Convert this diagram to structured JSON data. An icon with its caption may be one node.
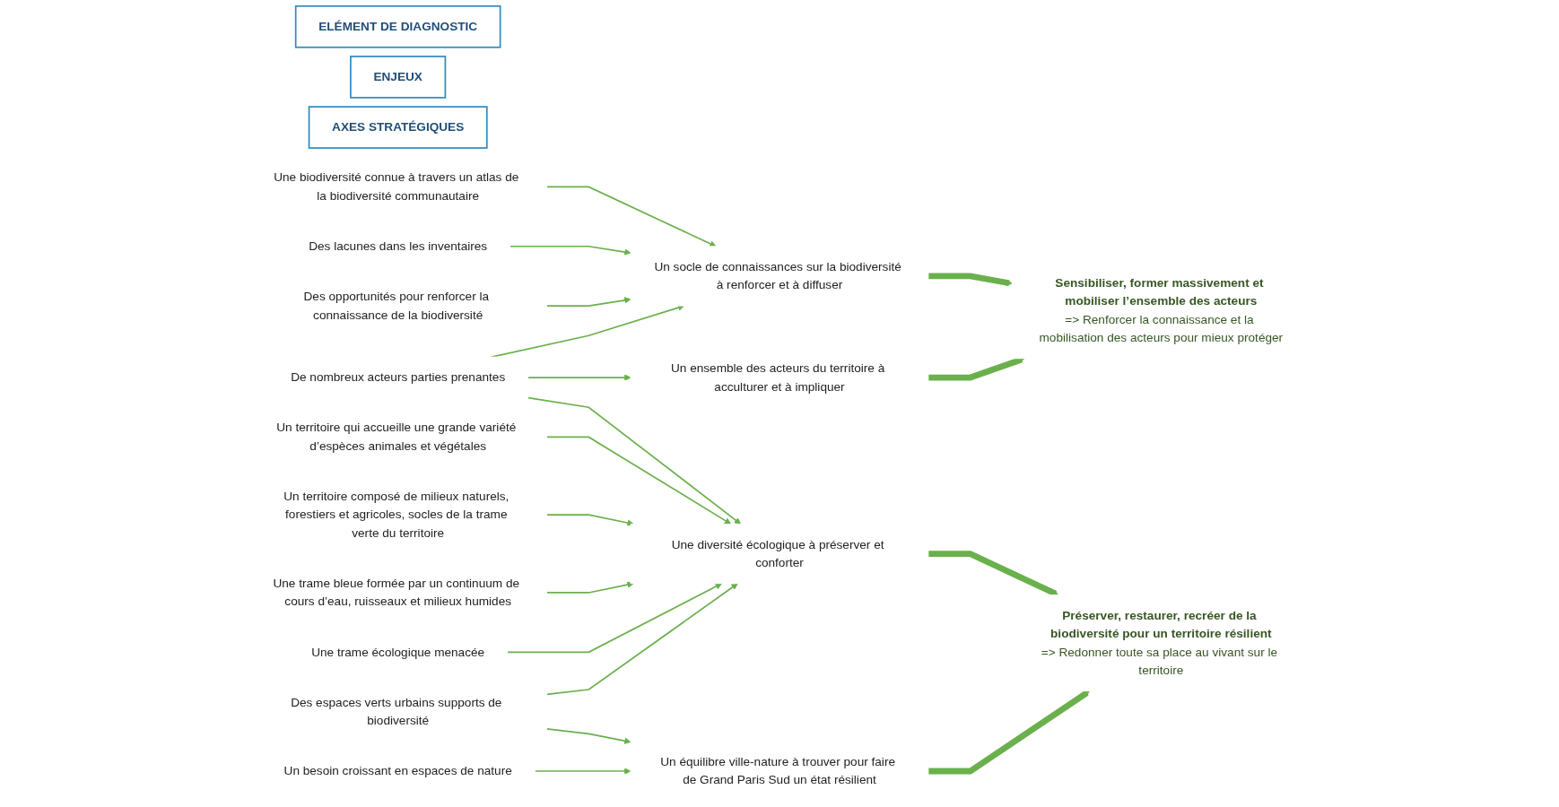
{
  "diagram": {
    "nodes": [
      {
        "text": [
          "ELÉMENT DE DIAGNOSTIC"
        ]
      },
      {
        "text": [
          "ENJEUX"
        ]
      },
      {
        "text": [
          "AXES STRATÉGIQUES"
        ]
      },
      {
        "text": [
          "Une biodiversité connue à travers un atlas de la biodiversité communautaire"
        ]
      },
      {
        "text": [
          "Des lacunes dans les inventaires"
        ]
      },
      {
        "text": [
          "Des opportunités pour renforcer la connaissance de la biodiversité"
        ]
      },
      {
        "text": [
          "De nombreux acteurs parties prenantes"
        ]
      },
      {
        "text": [
          "Un territoire qui accueille une grande variété d’espèces animales et végétales"
        ]
      },
      {
        "text": [
          "Un territoire composé de milieux naturels, forestiers et agricoles, socles de la trame verte du territoire"
        ]
      },
      {
        "text": [
          "Une trame bleue formée par un continuum de cours d’eau, ruisseaux et milieux humides"
        ]
      },
      {
        "text": [
          "Une trame écologique menacée"
        ]
      },
      {
        "text": [
          "Des espaces verts urbains supports de biodiversité"
        ]
      },
      {
        "text": [
          "Un besoin croissant en espaces de nature"
        ]
      },
      {
        "text": [
          "Un socle de connaissances sur la biodiversité à renforcer et à diffuser"
        ]
      },
      {
        "text": [
          "Un ensemble des acteurs du territoire à acculturer et à impliquer"
        ]
      },
      {
        "text": [
          "Une diversité écologique à préserver et conforter"
        ]
      },
      {
        "text": [
          "Un équilibre ville-nature à trouver pour faire de Grand Paris Sud un état résilient"
        ]
      },
      {
        "text": [
          "Sensibiliser, former massivement et mobiliser l’ensemble des acteurs",
          "=> Renforcer la connaissance et la mobilisation des acteurs pour mieux protéger"
        ]
      },
      {
        "text": [
          "Préserver, restaurer, recréer de la biodiversité pour un territoire résilient",
          "=> Redonner toute sa place au vivant sur le territoire"
        ]
      }
    ],
    "edges": [
      {
        "from": 3,
        "to": 13,
        "arrow": "to"
      },
      {
        "from": 4,
        "to": 13,
        "arrow": "to"
      },
      {
        "from": 5,
        "to": 13,
        "arrow": "to"
      },
      {
        "from": 6,
        "to": 13,
        "arrow": "to"
      },
      {
        "from": 6,
        "to": 14,
        "arrow": "to"
      },
      {
        "from": 6,
        "to": 15,
        "arrow": "to"
      },
      {
        "from": 7,
        "to": 15,
        "arrow": "to"
      },
      {
        "from": 8,
        "to": 15,
        "arrow": "to"
      },
      {
        "from": 9,
        "to": 15,
        "arrow": "to"
      },
      {
        "from": 10,
        "to": 15,
        "arrow": "to"
      },
      {
        "from": 11,
        "to": 15,
        "arrow": "to"
      },
      {
        "from": 11,
        "to": 16,
        "arrow": "to"
      },
      {
        "from": 12,
        "to": 16,
        "arrow": "to"
      },
      {
        "from": 13,
        "to": 17,
        "arrow": "to",
        "style": "thick"
      },
      {
        "from": 14,
        "to": 17,
        "arrow": "to",
        "style": "thick"
      },
      {
        "from": 15,
        "to": 18,
        "arrow": "to",
        "style": "thick"
      },
      {
        "from": 16,
        "to": 18,
        "arrow": "to",
        "style": "thick"
      }
    ]
  }
}
